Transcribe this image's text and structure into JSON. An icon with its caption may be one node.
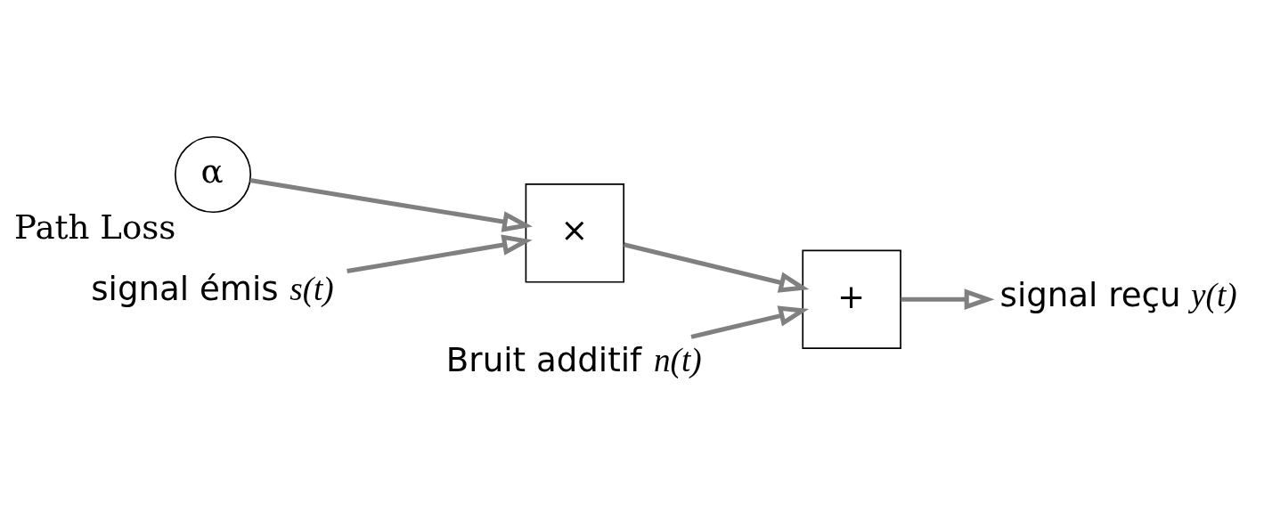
{
  "diagram": {
    "nodes": [
      {
        "text": [
          "α"
        ],
        "beside": [
          "Path Loss"
        ]
      },
      {
        "text": [
          "signal émis *s(t)*"
        ]
      },
      {
        "text": [
          "×"
        ]
      },
      {
        "text": [
          "+"
        ]
      },
      {
        "text": [
          "signal reçu *y(t)*"
        ]
      },
      {
        "text": [
          "Bruit additif *n(t)*"
        ]
      }
    ],
    "edges": [
      {
        "from": 0,
        "to": 2,
        "arrow": "to"
      },
      {
        "from": 1,
        "to": 2,
        "arrow": "to"
      },
      {
        "from": 2,
        "to": 3,
        "arrow": "to"
      },
      {
        "from": 3,
        "to": 4,
        "arrow": "to"
      },
      {
        "from": 5,
        "to": 3,
        "arrow": "to"
      }
    ]
  }
}
